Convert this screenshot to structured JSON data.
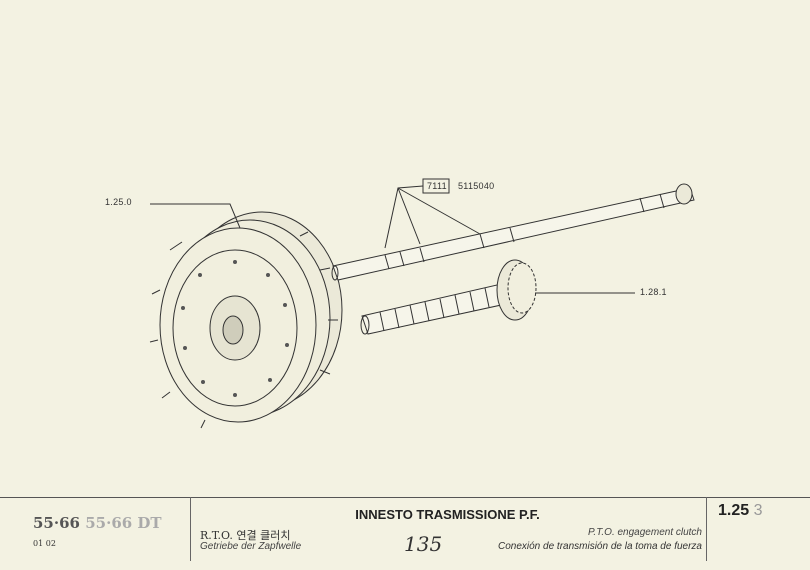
{
  "callouts": {
    "clutch_ref": "1.25.0",
    "shaft_box": "7111",
    "shaft_part": "5115040",
    "gear_shaft_ref": "1.28.1"
  },
  "footer": {
    "model_main": "55·66",
    "model_dt": "55·66 DT",
    "variants": "01 02",
    "title": "INNESTO TRASMISSIONE P.F.",
    "korean": "R.T.O. 연결 클러치",
    "german": "Getriebe der Zapfwelle",
    "english": "P.T.O. engagement clutch",
    "spanish": "Conexión de transmisión de la toma de fuerza",
    "handwritten": "135",
    "page_main": "1.25",
    "page_sub": "3"
  }
}
